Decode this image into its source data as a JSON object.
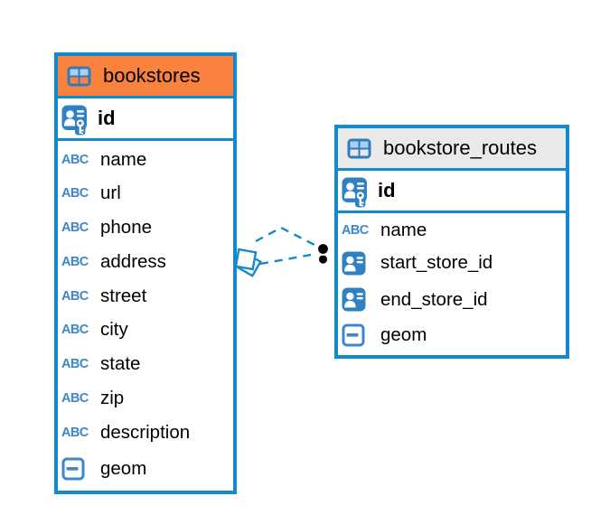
{
  "colors": {
    "accent_blue": "#1489CB",
    "icon_blue": "#2E81C4",
    "icon_light_blue": "#AECFE8",
    "abc_blue": "#3E87C8",
    "bookstores_header": "#F8823E",
    "routes_header": "#E9E9E9",
    "connector_dot": "#000000",
    "text": "#000000"
  },
  "icons": {
    "abc_label": "ABC"
  },
  "tables": [
    {
      "name": "bookstores",
      "pk": "id",
      "columns": [
        {
          "name": "name",
          "type": "text"
        },
        {
          "name": "url",
          "type": "text"
        },
        {
          "name": "phone",
          "type": "text"
        },
        {
          "name": "address",
          "type": "text"
        },
        {
          "name": "street",
          "type": "text"
        },
        {
          "name": "city",
          "type": "text"
        },
        {
          "name": "state",
          "type": "text"
        },
        {
          "name": "zip",
          "type": "text"
        },
        {
          "name": "description",
          "type": "text"
        },
        {
          "name": "geom",
          "type": "geometry"
        }
      ]
    },
    {
      "name": "bookstore_routes",
      "pk": "id",
      "columns": [
        {
          "name": "name",
          "type": "text"
        },
        {
          "name": "start_store_id",
          "type": "reference"
        },
        {
          "name": "end_store_id",
          "type": "reference"
        },
        {
          "name": "geom",
          "type": "geometry"
        }
      ]
    }
  ]
}
